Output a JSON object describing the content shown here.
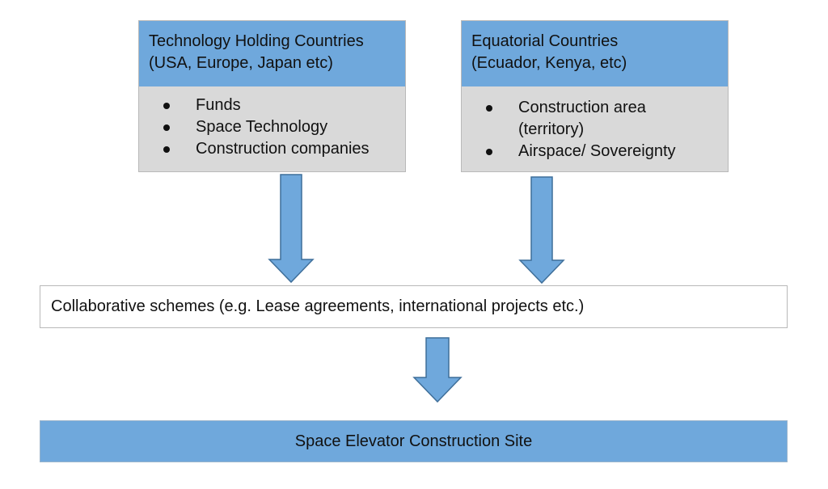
{
  "left_box": {
    "title_line1": "Technology Holding Countries",
    "title_line2": "(USA, Europe, Japan etc)",
    "items": [
      "Funds",
      "Space Technology",
      "Construction companies"
    ]
  },
  "right_box": {
    "title_line1": "Equatorial Countries",
    "title_line2": "(Ecuador, Kenya, etc)",
    "items": [
      "Construction area",
      "(territory)",
      "Airspace/ Sovereignty"
    ]
  },
  "collaboration": {
    "label": "Collaborative schemes (e.g. Lease agreements, international projects etc.)"
  },
  "site": {
    "label": "Space Elevator Construction Site"
  },
  "colors": {
    "header_blue": "#6fa8dc",
    "body_gray": "#d9d9d9",
    "arrow_fill": "#6fa8dc",
    "arrow_stroke": "#3f6f9a"
  }
}
